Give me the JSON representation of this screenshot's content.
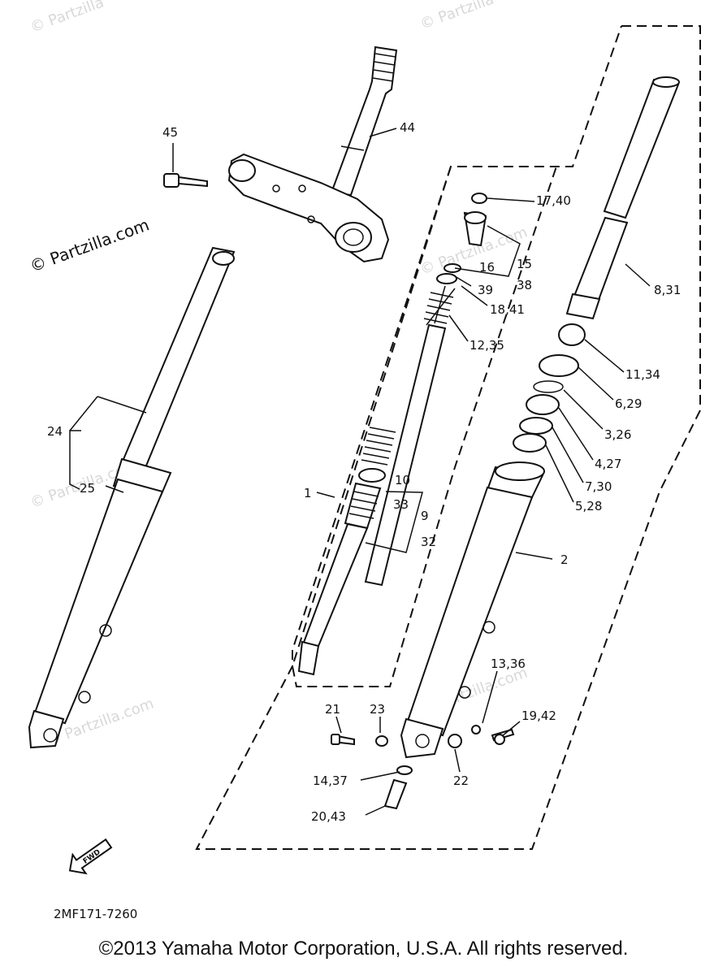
{
  "watermarks": {
    "top_left": "© Partzilla",
    "top_right": "© Partzilla",
    "main": "© Partzilla.com",
    "faint_1": "© Partzilla.com",
    "faint_2": "© Partzilla.com",
    "faint_3": "© Partzilla.com",
    "faint_4": "© Partzilla.com"
  },
  "callouts": {
    "p45": "45",
    "p44": "44",
    "p17_40": "17,40",
    "p15": "15",
    "p38": "38",
    "p16": "16",
    "p39": "39",
    "p18_41": "18,41",
    "p8_31": "8,31",
    "p12_35": "12,35",
    "p11_34": "11,34",
    "p6_29": "6,29",
    "p3_26": "3,26",
    "p24": "24",
    "p4_27": "4,27",
    "p25": "25",
    "p10": "10",
    "p33": "33",
    "p7_30": "7,30",
    "p1": "1",
    "p5_28": "5,28",
    "p9": "9",
    "p32": "32",
    "p2": "2",
    "p13_36": "13,36",
    "p21": "21",
    "p23": "23",
    "p19_42": "19,42",
    "p14_37": "14,37",
    "p22": "22",
    "p20_43": "20,43"
  },
  "fwd_label": "FWD",
  "diagram_code": "2MF171-7260",
  "copyright": "©2013 Yamaha Motor Corporation, U.S.A. All rights reserved."
}
